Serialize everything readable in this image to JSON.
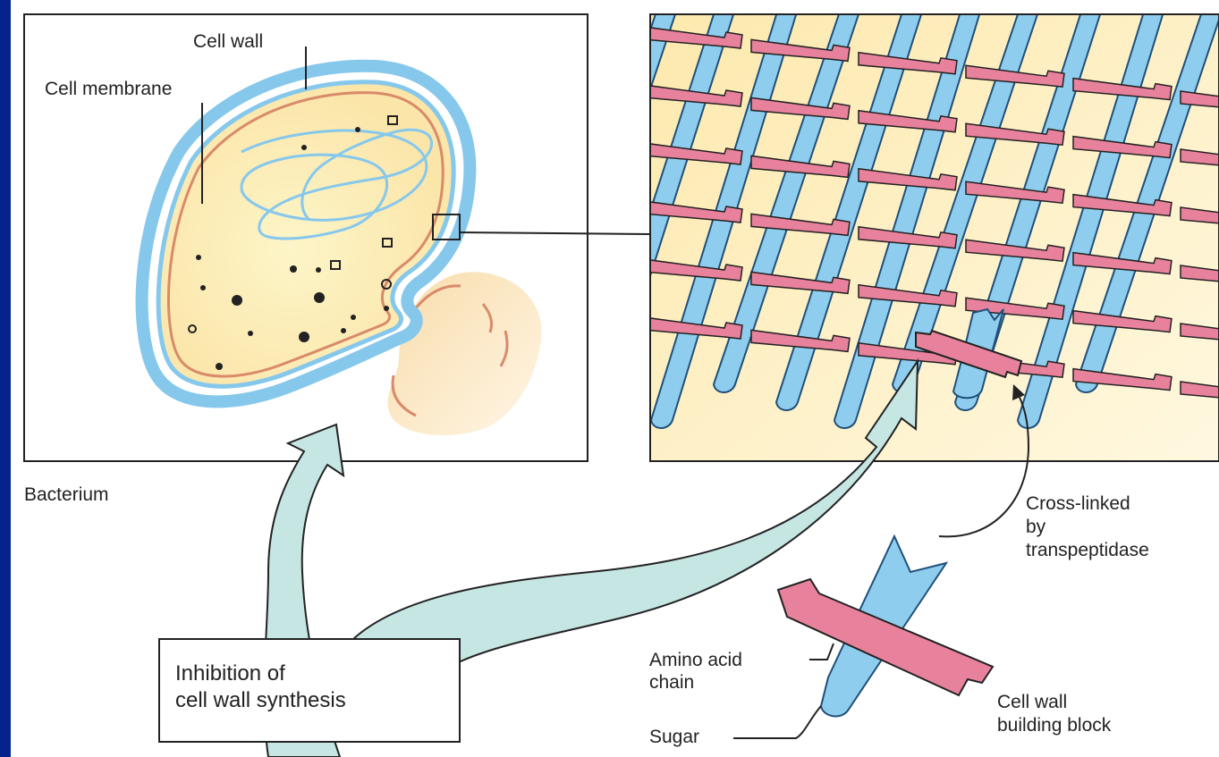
{
  "labels": {
    "cell_wall": "Cell wall",
    "cell_membrane": "Cell membrane",
    "bacterium": "Bacterium",
    "cross_linked_1": "Cross-linked",
    "cross_linked_2": "by",
    "cross_linked_3": "transpeptidase",
    "amino_acid_1": "Amino  acid",
    "amino_acid_2": "chain",
    "sugar": "Sugar",
    "building_block_1": "Cell wall",
    "building_block_2": "building block",
    "inhibition_1": "Inhibition of",
    "inhibition_2": "cell wall synthesis"
  },
  "colors": {
    "background": "#05238c",
    "panel": "#ffffff",
    "cytoplasm": "#fdf3c4",
    "cell_wall": "#86c8ec",
    "membrane": "#d98a6a",
    "sugar_strand": "#8fcdee",
    "amino_chain": "#e8829c",
    "arrow": "#c5e6e3"
  }
}
